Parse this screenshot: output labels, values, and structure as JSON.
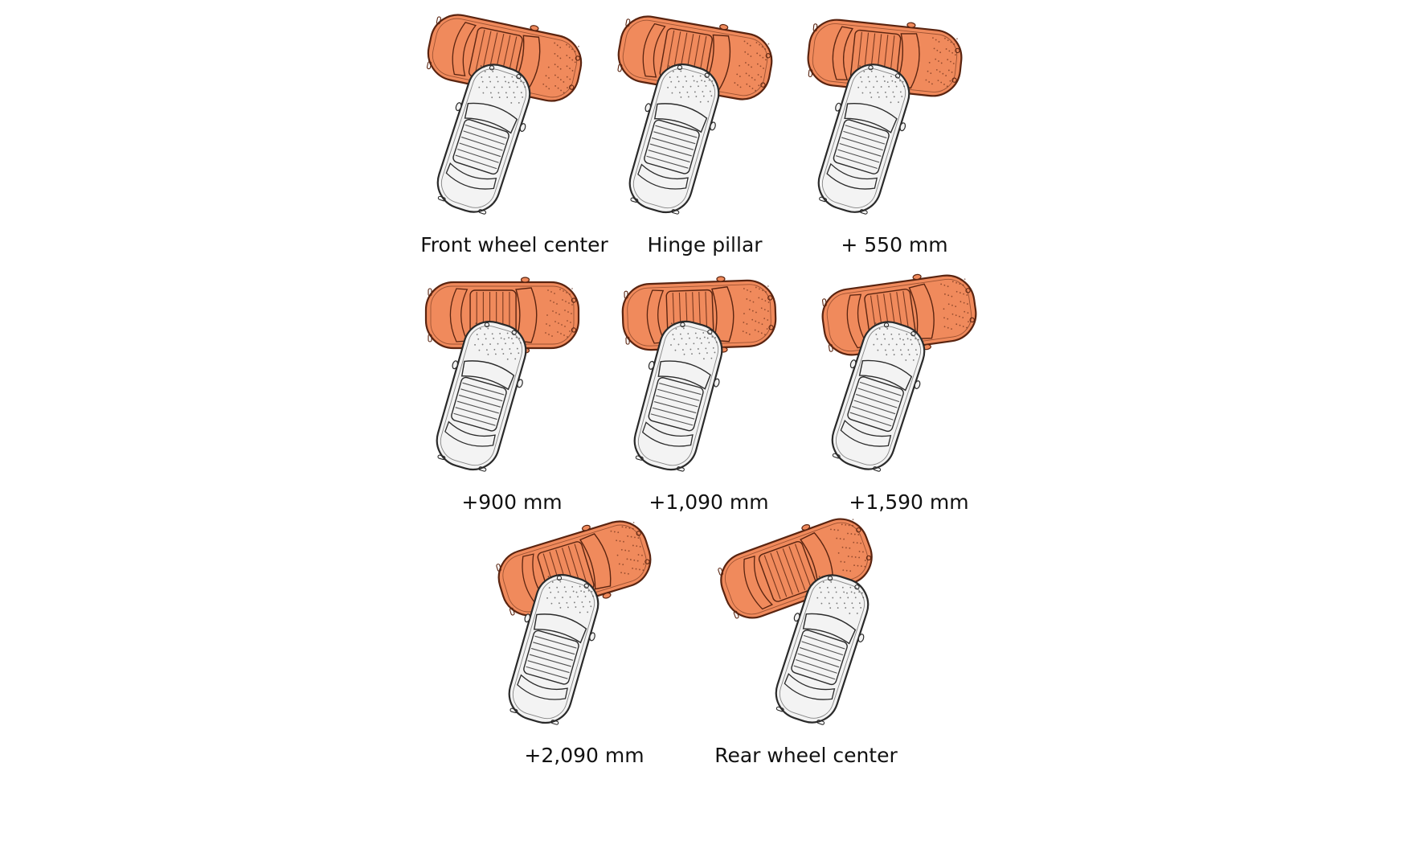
{
  "figure": {
    "colors": {
      "striking_vehicle_fill": "#F08A5C",
      "striking_vehicle_stroke": "#5a2410",
      "struck_vehicle_fill": "#F3F3F3",
      "struck_vehicle_stroke": "#2a2a2a",
      "text": "#111111"
    },
    "panels": [
      {
        "label": "Front wheel center",
        "striking_angle_deg": 12,
        "struck_angle_deg": 18
      },
      {
        "label": "Hinge pillar",
        "striking_angle_deg": 10,
        "struck_angle_deg": 16
      },
      {
        "label": "+ 550 mm",
        "striking_angle_deg": 6,
        "struck_angle_deg": 17
      },
      {
        "label": "+900 mm",
        "striking_angle_deg": 0,
        "struck_angle_deg": 16
      },
      {
        "label": "+1,090 mm",
        "striking_angle_deg": -2,
        "struck_angle_deg": 15
      },
      {
        "label": "+1,590 mm",
        "striking_angle_deg": -8,
        "struck_angle_deg": 18
      },
      {
        "label": "+2,090 mm",
        "striking_angle_deg": -17,
        "struck_angle_deg": 16
      },
      {
        "label": "Rear wheel center",
        "striking_angle_deg": -20,
        "struck_angle_deg": 18
      }
    ]
  }
}
